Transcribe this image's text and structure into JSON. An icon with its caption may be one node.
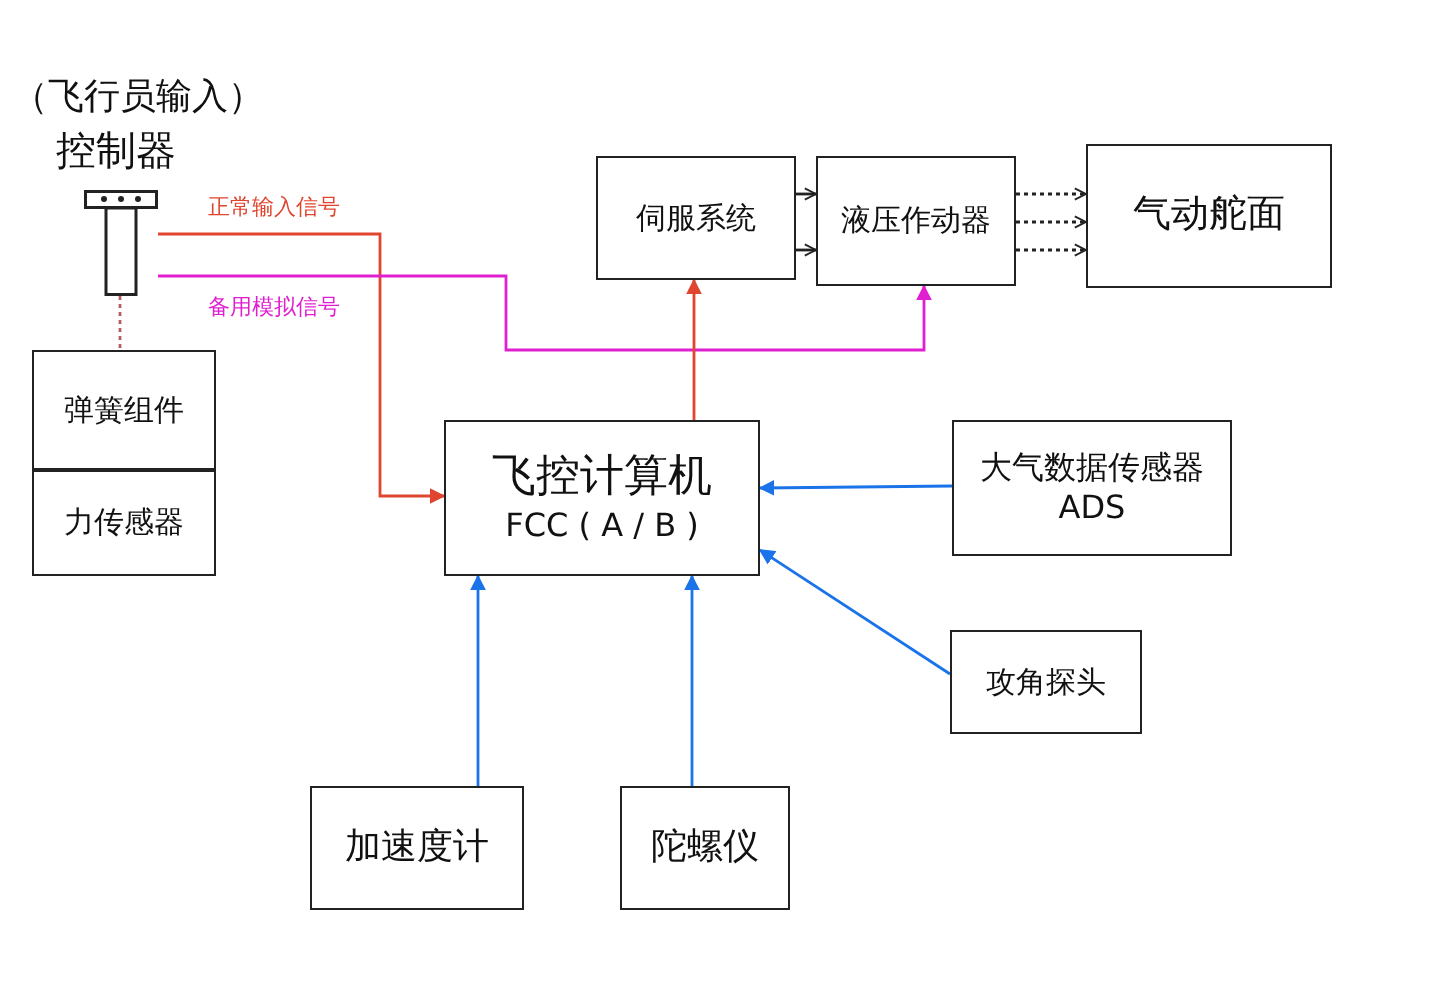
{
  "diagram": {
    "nodes": [
      {
        "text": [],
        "shape": "joystick"
      },
      {
        "text": [
          "弹簧组件"
        ]
      },
      {
        "text": [
          "力传感器"
        ]
      },
      {
        "text": [
          "伺服系统"
        ]
      },
      {
        "text": [
          "液压作动器"
        ]
      },
      {
        "text": [
          "气动舵面"
        ]
      },
      {
        "text": [
          "飞控计算机",
          "FCC ( A / B )"
        ]
      },
      {
        "text": [
          "大气数据传感器 ADS"
        ]
      },
      {
        "text": [
          "攻角探头"
        ]
      },
      {
        "text": [
          "加速度计"
        ]
      },
      {
        "text": [
          "陀螺仪"
        ]
      }
    ],
    "edges": [
      {
        "from": 0,
        "to": 6,
        "arrow": "to",
        "label": "正常输入信号",
        "color": "#e0452f"
      },
      {
        "from": 0,
        "to": 4,
        "arrow": "to",
        "label": "备用模拟信号",
        "color": "#e020d0"
      },
      {
        "from": 0,
        "to": 1,
        "arrow": "none",
        "style": "dashed",
        "color": "#b06060"
      },
      {
        "from": 6,
        "to": 3,
        "arrow": "to",
        "color": "#e0452f"
      },
      {
        "from": 3,
        "to": 4,
        "arrow": "to"
      },
      {
        "from": 3,
        "to": 4,
        "arrow": "to"
      },
      {
        "from": 4,
        "to": 5,
        "arrow": "to",
        "style": "dashed"
      },
      {
        "from": 4,
        "to": 5,
        "arrow": "to",
        "style": "dashed"
      },
      {
        "from": 4,
        "to": 5,
        "arrow": "to",
        "style": "dashed"
      },
      {
        "from": 7,
        "to": 6,
        "arrow": "to",
        "color": "#1a73e8"
      },
      {
        "from": 8,
        "to": 6,
        "arrow": "to",
        "color": "#1a73e8"
      },
      {
        "from": 9,
        "to": 6,
        "arrow": "to",
        "color": "#1a73e8"
      },
      {
        "from": 10,
        "to": 6,
        "arrow": "to",
        "color": "#1a73e8"
      }
    ],
    "labels": [
      "（飞行员输入）",
      "控制器"
    ]
  }
}
